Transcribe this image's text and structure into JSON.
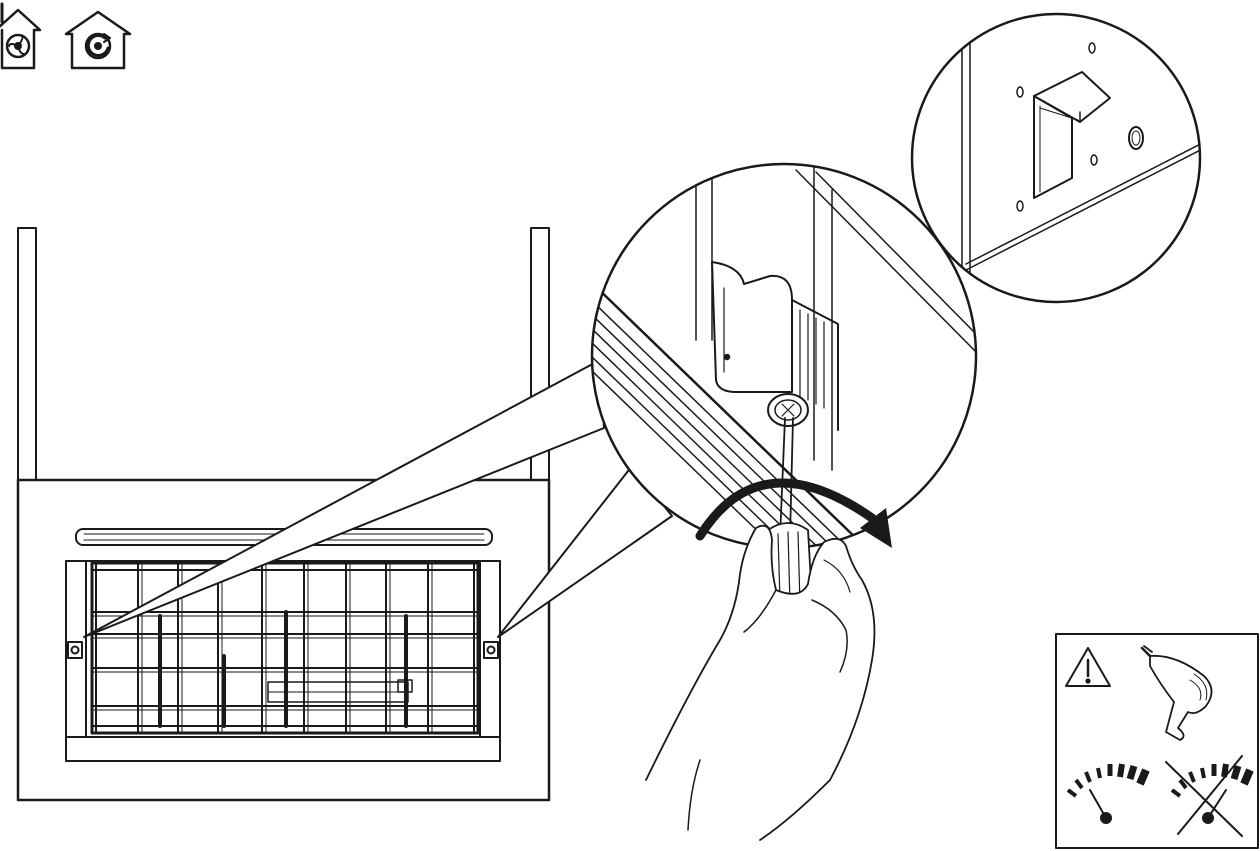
{
  "figure": {
    "mode_icons": [
      "ducted-extraction-icon",
      "recirculation-icon"
    ],
    "main_view": "cooker-hood-with-grease-filter-and-side-screws",
    "detail_1": "screw-being-turned-with-screwdriver",
    "detail_2": "bracket-hook-on-wall-plate",
    "warning_panel": {
      "icons": [
        "warning-triangle-icon",
        "power-drill-icon",
        "torque-gauge-icon",
        "torque-gauge-crossed-icon"
      ]
    }
  }
}
